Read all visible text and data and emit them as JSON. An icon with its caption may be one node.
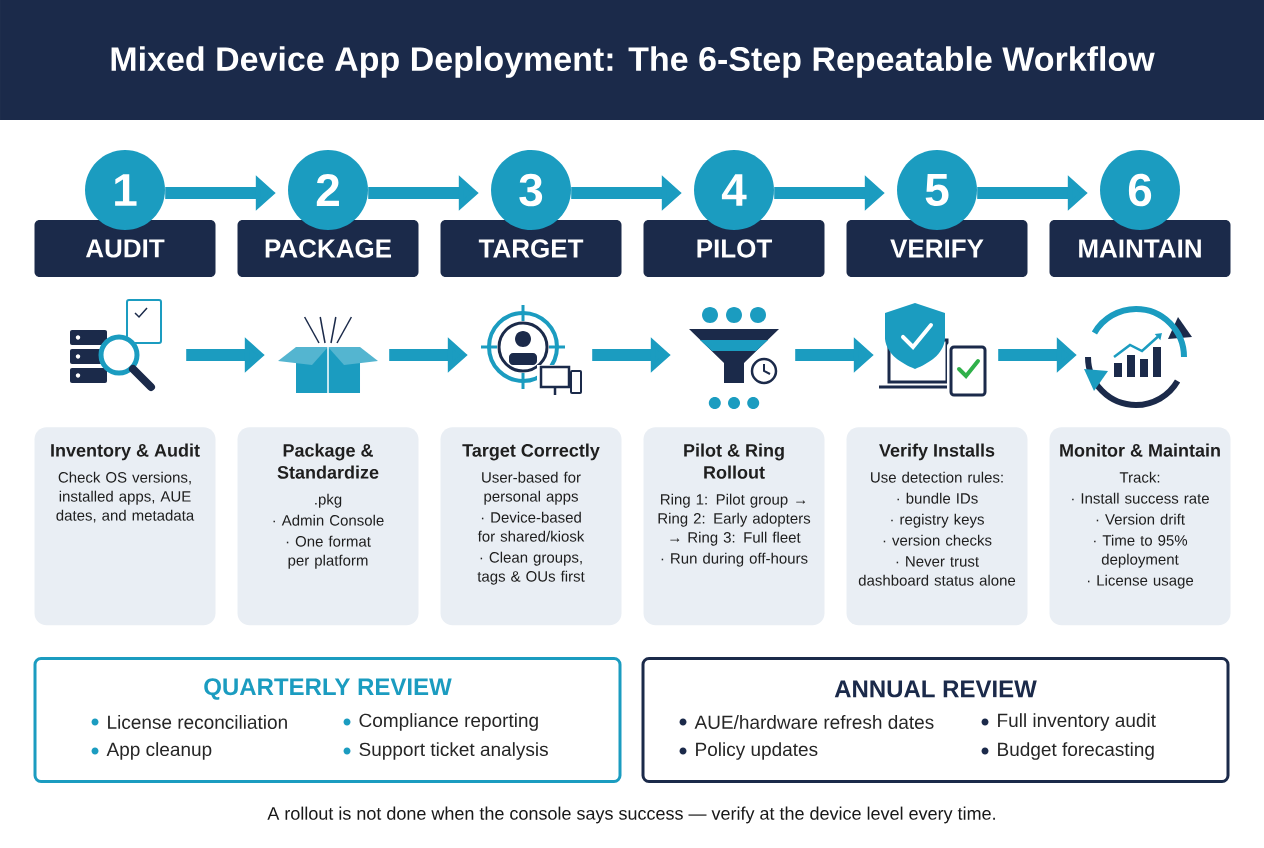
{
  "diagram": {
    "title": "Mixed Device App Deployment: The 6-Step Repeatable Workflow",
    "caption": "A rollout is not done when the console says success — verify at the device level every time.",
    "nodes": [
      {
        "text": [
          "1"
        ]
      },
      {
        "text": [
          "AUDIT"
        ]
      },
      {
        "text": [],
        "shape": "picture"
      },
      {
        "text": [
          "Inventory & Audit",
          "Check OS versions, installed apps, AUE dates, and metadata"
        ]
      },
      {
        "text": [
          "2"
        ]
      },
      {
        "text": [
          "PACKAGE"
        ]
      },
      {
        "text": [],
        "shape": "picture"
      },
      {
        "text": [
          "Package & Standardize",
          ".pkg",
          "· Admin Console",
          "· One format per platform"
        ]
      },
      {
        "text": [
          "3"
        ]
      },
      {
        "text": [
          "TARGET"
        ]
      },
      {
        "text": [],
        "shape": "picture"
      },
      {
        "text": [
          "Target Correctly",
          "User-based for personal apps",
          "· Device-based for shared/kiosk",
          "· Clean groups, tags & OUs first"
        ]
      },
      {
        "text": [
          "4"
        ]
      },
      {
        "text": [
          "PILOT"
        ]
      },
      {
        "text": [],
        "shape": "picture"
      },
      {
        "text": [
          "Pilot & Ring Rollout",
          "Ring 1: Pilot group → Ring 2: Early adopters → Ring 3: Full fleet",
          "· Run during off-hours"
        ]
      },
      {
        "text": [
          "5"
        ]
      },
      {
        "text": [
          "VERIFY"
        ]
      },
      {
        "text": [],
        "shape": "picture"
      },
      {
        "text": [
          "Verify Installs",
          "Use detection rules:",
          "· bundle IDs",
          "· registry keys",
          "· version checks",
          "· Never trust dashboard status alone"
        ]
      },
      {
        "text": [
          "6"
        ]
      },
      {
        "text": [
          "MAINTAIN"
        ]
      },
      {
        "text": [],
        "shape": "picture"
      },
      {
        "text": [
          "Monitor & Maintain",
          "Track:",
          "· Install success rate",
          "· Version drift",
          "· Time to 95% deployment",
          "· License usage"
        ]
      },
      {
        "text": [
          "QUARTERLY REVIEW",
          "License reconciliation",
          "Compliance reporting",
          "App cleanup",
          "Support ticket analysis"
        ]
      },
      {
        "text": [
          "ANNUAL REVIEW",
          "AUE/hardware refresh dates",
          "Full inventory audit",
          "Policy updates",
          "Budget forecasting"
        ]
      }
    ],
    "edges": [
      {
        "from": 0,
        "to": 4,
        "arrow": "to"
      },
      {
        "from": 4,
        "to": 8,
        "arrow": "to"
      },
      {
        "from": 8,
        "to": 12,
        "arrow": "to"
      },
      {
        "from": 12,
        "to": 16,
        "arrow": "to"
      },
      {
        "from": 16,
        "to": 20,
        "arrow": "to"
      },
      {
        "from": 2,
        "to": 6,
        "arrow": "to"
      },
      {
        "from": 6,
        "to": 10,
        "arrow": "to"
      },
      {
        "from": 10,
        "to": 14,
        "arrow": "to"
      },
      {
        "from": 14,
        "to": 18,
        "arrow": "to"
      },
      {
        "from": 18,
        "to": 22,
        "arrow": "to"
      }
    ]
  }
}
